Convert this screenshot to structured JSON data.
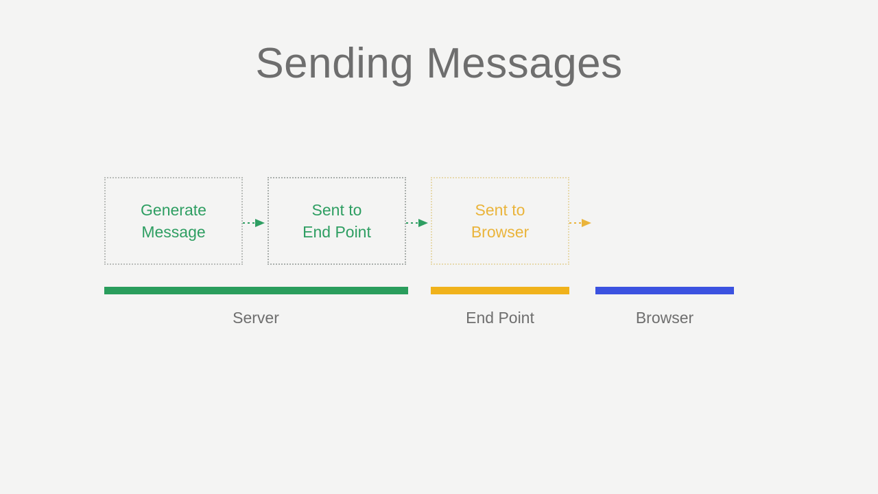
{
  "slide": {
    "title": "Sending Messages",
    "background_color": "#f4f4f3",
    "title_color": "#6e6e6e"
  },
  "diagram": {
    "type": "flow",
    "steps": [
      {
        "id": "generate-message",
        "label": "Generate\nMessage",
        "text_color": "#2e9e62",
        "border_color": "#b9bcb9",
        "lane": "Server"
      },
      {
        "id": "sent-to-end-point",
        "label": "Sent to\nEnd Point",
        "text_color": "#2e9e62",
        "border_color": "#a9aeab",
        "lane": "Server"
      },
      {
        "id": "sent-to-browser",
        "label": "Sent to\nBrowser",
        "text_color": "#eab43b",
        "border_color": "#e7d9ac",
        "lane": "End Point"
      }
    ],
    "arrows": [
      {
        "id": "arrow-generate-to-endpoint",
        "color": "#2e9e62"
      },
      {
        "id": "arrow-endpoint-to-browser",
        "color": "#2e9e62"
      },
      {
        "id": "arrow-browser-out",
        "color": "#eab43b"
      }
    ],
    "lanes": [
      {
        "id": "server",
        "label": "Server",
        "color": "#2a9d5c"
      },
      {
        "id": "endpoint",
        "label": "End Point",
        "color": "#f0b21b"
      },
      {
        "id": "browser",
        "label": "Browser",
        "color": "#3b52e0"
      }
    ],
    "lane_label_color": "#6e6e6e"
  }
}
